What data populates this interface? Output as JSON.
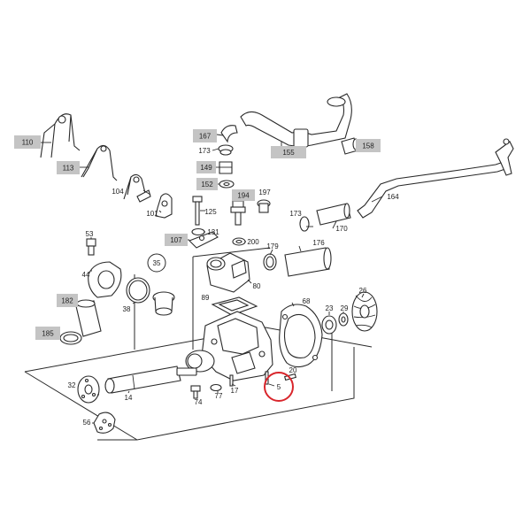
{
  "colors": {
    "highlight": "#d9262c",
    "tag": "#c4c4c4",
    "line": "#2a2a2a"
  },
  "callouts": {
    "c110": "110",
    "c113": "113",
    "c104": "104",
    "c101": "101",
    "c167": "167",
    "c173a": "173",
    "c149": "149",
    "c152": "152",
    "c155": "155",
    "c158": "158",
    "c164": "164",
    "c125": "125",
    "c194": "194",
    "c197": "197",
    "c173b": "173",
    "c170": "170",
    "c107": "107",
    "c131": "131",
    "c200": "200",
    "c53": "53",
    "c35": "35",
    "c179": "179",
    "c176": "176",
    "c44": "44",
    "c80": "80",
    "c26": "26",
    "c182": "182",
    "c38": "38",
    "c89": "89",
    "c68": "68",
    "c23": "23",
    "c29": "29",
    "c185": "185",
    "c20": "20",
    "c5": "5",
    "c32": "32",
    "c14": "14",
    "c17": "17",
    "c74": "74",
    "c77": "77",
    "c56": "56"
  }
}
